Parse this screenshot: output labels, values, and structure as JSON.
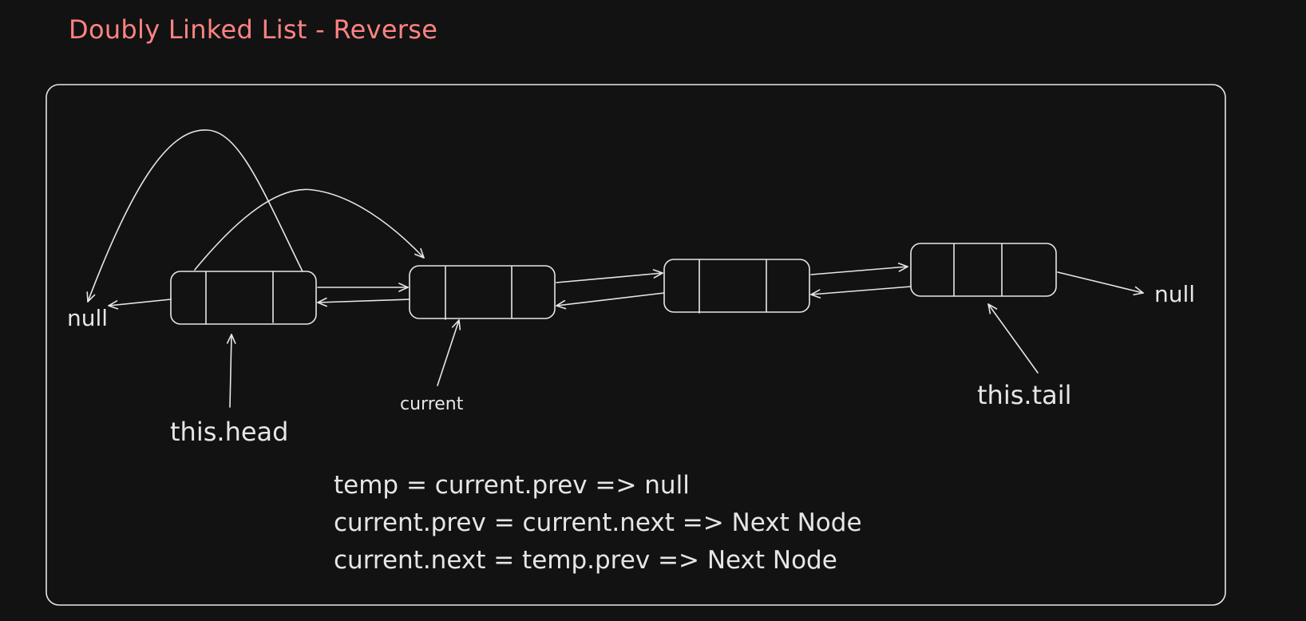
{
  "title": "Doubly Linked List - Reverse",
  "labels": {
    "null_left": "null",
    "null_right": "null",
    "head": "this.head",
    "current": "current",
    "tail": "this.tail"
  },
  "code_lines": [
    "temp = current.prev => null",
    "current.prev = current.next => Next Node",
    "current.next = temp.prev => Next Node"
  ],
  "colors": {
    "background": "#121212",
    "title": "#ff8383",
    "stroke": "#e6e6e6"
  }
}
